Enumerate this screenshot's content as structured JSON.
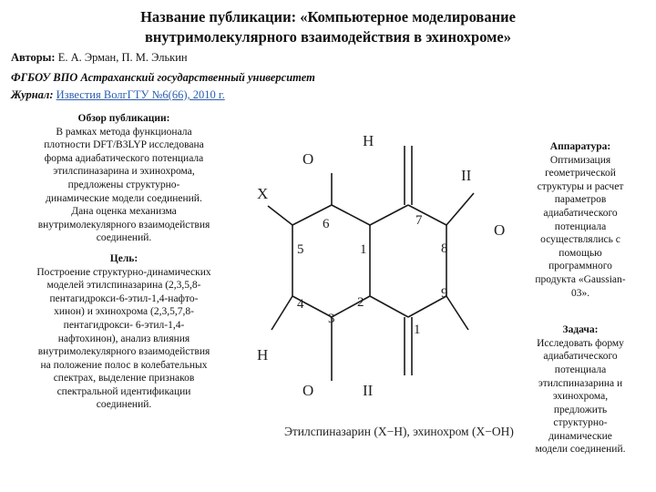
{
  "title": {
    "line1": "Название публикации: «Компьютерное моделирование",
    "line2": "внутримолекулярного взаимодействия в эхинохроме»"
  },
  "authors": {
    "label": "Авторы:",
    "value": "Е. А. Эрман, П. М. Элькин"
  },
  "org": "ФГБОУ ВПО Астраханский государственный университет",
  "journal": {
    "label": "Журнал:",
    "value": "Известия ВолгГТУ №6(66), 2010 г."
  },
  "review": {
    "header": "Обзор публикации:",
    "lines": [
      "В рамках метода функционала",
      "плотности DFT/B3LYP исследована",
      "форма адиабатического потенциала",
      "этилспиназарина и эхинохрома,",
      "предложены структурно-",
      "динамические модели соединений.",
      "Дана оценка механизма",
      "внутримолекулярного взаимодействия",
      "соединений."
    ]
  },
  "goal": {
    "header": "Цель:",
    "lines": [
      "Построение структурно-динамических",
      "моделей этилспиназарина (2,3,5,8-",
      "пентагидрокси-6-этил-1,4-нафто-",
      "хинон) и эхинохрома (2,3,5,7,8-",
      "пентагидрокси- 6-этил-1,4-",
      "нафтохинон), анализ влияния",
      "внутримолекулярного взаимодействия",
      "на положение полос в колебательных",
      "спектрах, выделение признаков",
      "спектральной идентификации",
      "соединений."
    ]
  },
  "apparatus": {
    "header": "Аппаратура:",
    "lines": [
      "Оптимизация",
      "геометрической",
      "структуры и расчет",
      "параметров",
      "адиабатического",
      "потенциала",
      "осуществлялись с",
      "помощью",
      "программного",
      "продукта «Gaussian-",
      "03»."
    ]
  },
  "task": {
    "header": "Задача:",
    "lines": [
      "Исследовать форму",
      "адиабатического",
      "потенциала",
      "этилспиназарина и",
      "эхинохрома,",
      "предложить",
      "структурно-",
      "динамические",
      "модели соединений."
    ]
  },
  "diagram": {
    "atom_labels": {
      "O_top_left": "O",
      "H_top": "H",
      "II_right_top": "II",
      "X": "X",
      "O_right": "O",
      "H_bottom_left": "H",
      "O_bottom": "O",
      "II_bottom": "II"
    },
    "ring_numbers": [
      "6",
      "7",
      "5",
      "1",
      "8",
      "9",
      "4",
      "2",
      "3",
      "1"
    ],
    "caption": "Этилспиназарин (X−H), эхинохром (X−OH)"
  }
}
